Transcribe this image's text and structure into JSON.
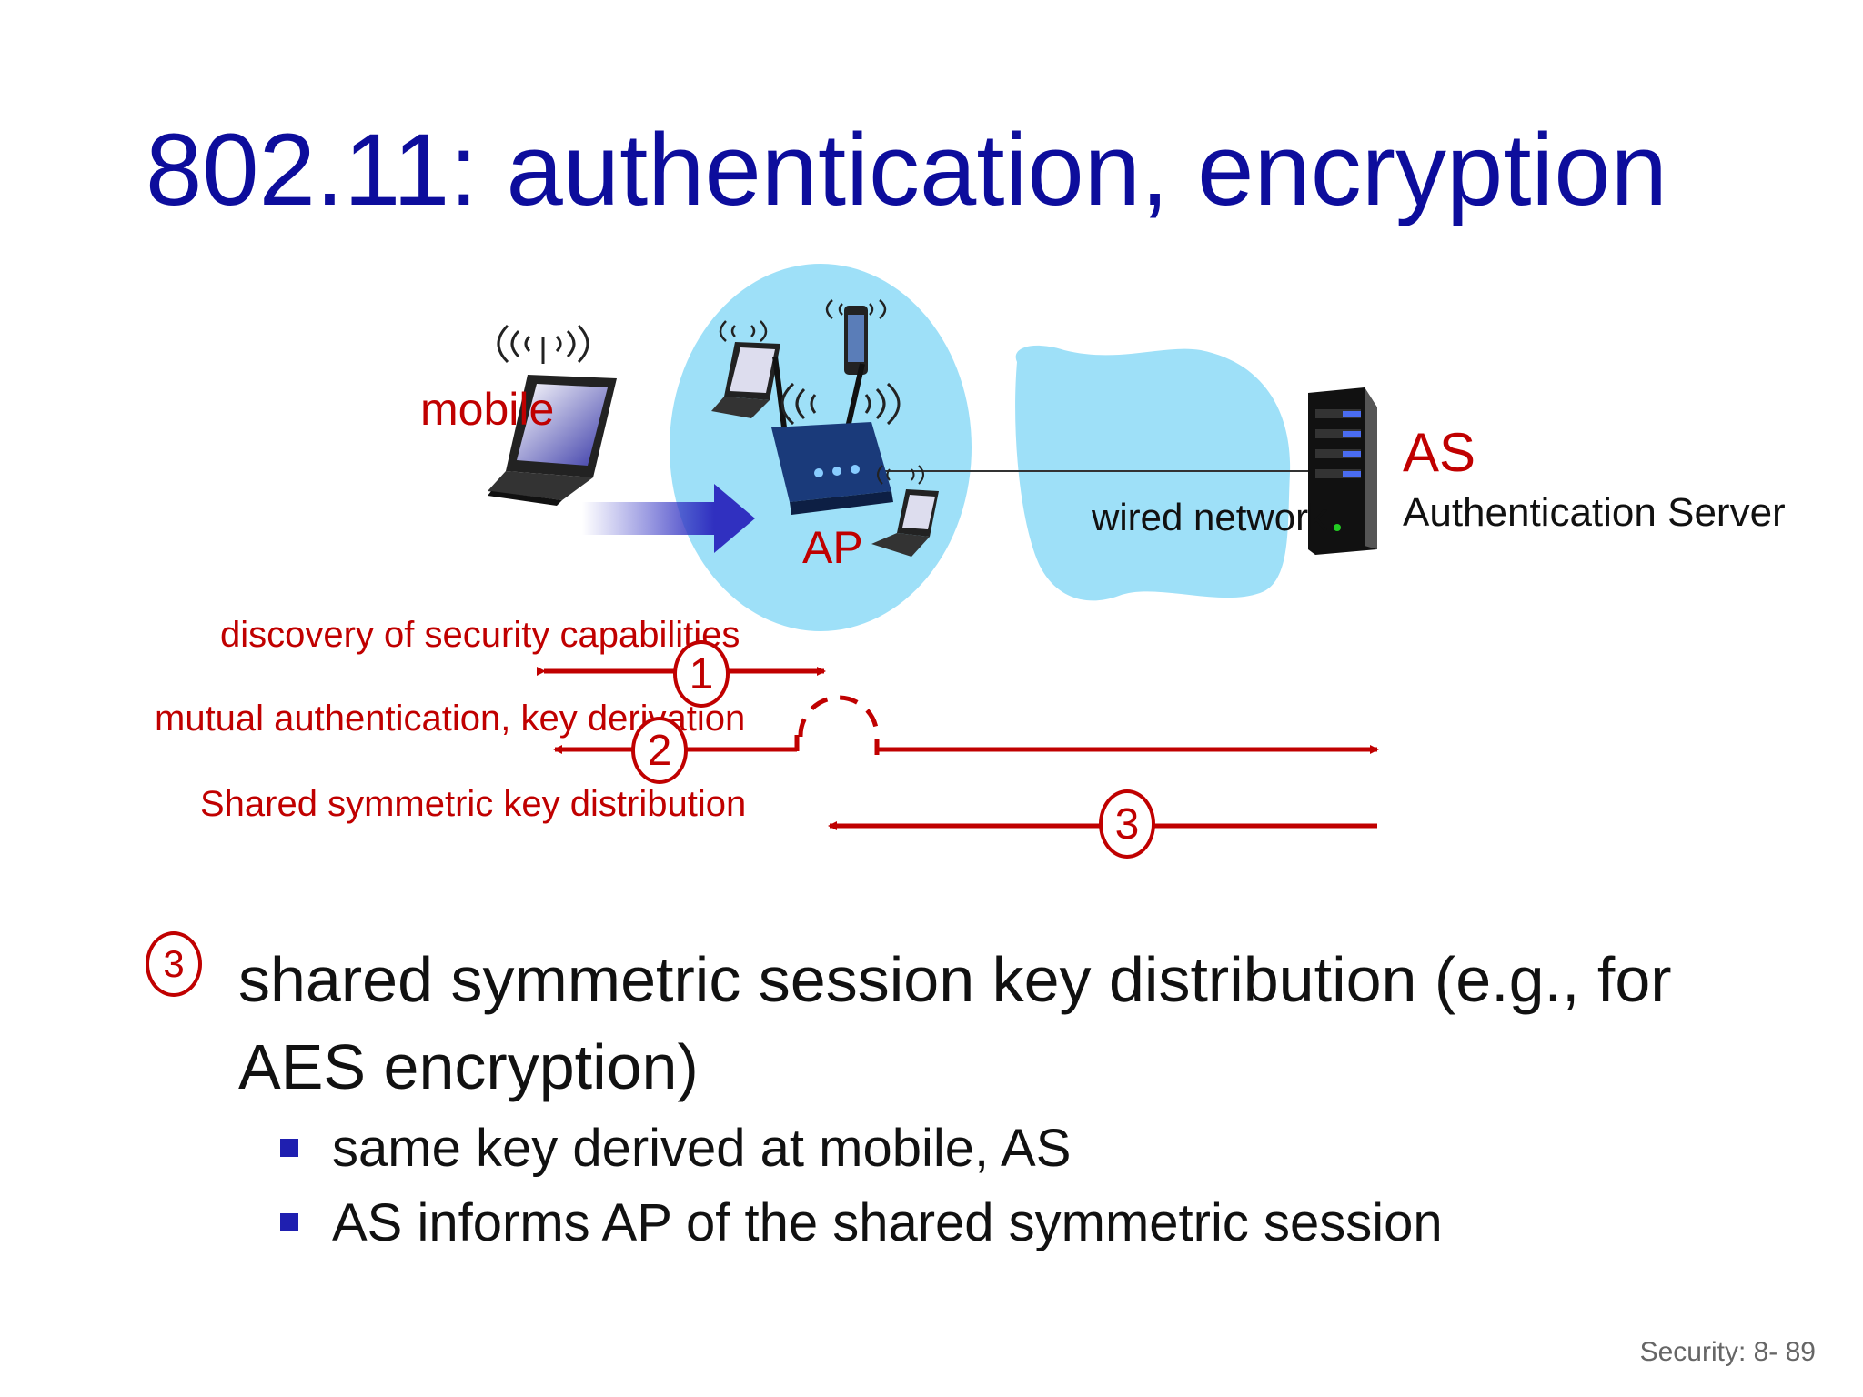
{
  "slide": {
    "title": "802.11: authentication, encryption",
    "footer": "Security: 8- 89"
  },
  "diagram": {
    "mobile_label": "mobile",
    "ap_label": "AP",
    "wired_network_label": "wired network",
    "as_label": "AS",
    "as_full_label": "Authentication Server",
    "steps": [
      {
        "number": "1",
        "label": "discovery of security capabilities"
      },
      {
        "number": "2",
        "label": "mutual authentication, key derivation"
      },
      {
        "number": "3",
        "label": "Shared symmetric key distribution"
      }
    ]
  },
  "content": {
    "step_marker": "3",
    "main_point": "shared symmetric session key distribution (e.g., for AES encryption)",
    "sub_points": [
      "same key derived at mobile, AS",
      "AS informs AP of the shared symmetric session"
    ]
  },
  "colors": {
    "title": "#0d0d9c",
    "accent_red": "#c00000",
    "cloud_blue": "#9ee0f8",
    "bullet_blue": "#1f1fb0"
  }
}
